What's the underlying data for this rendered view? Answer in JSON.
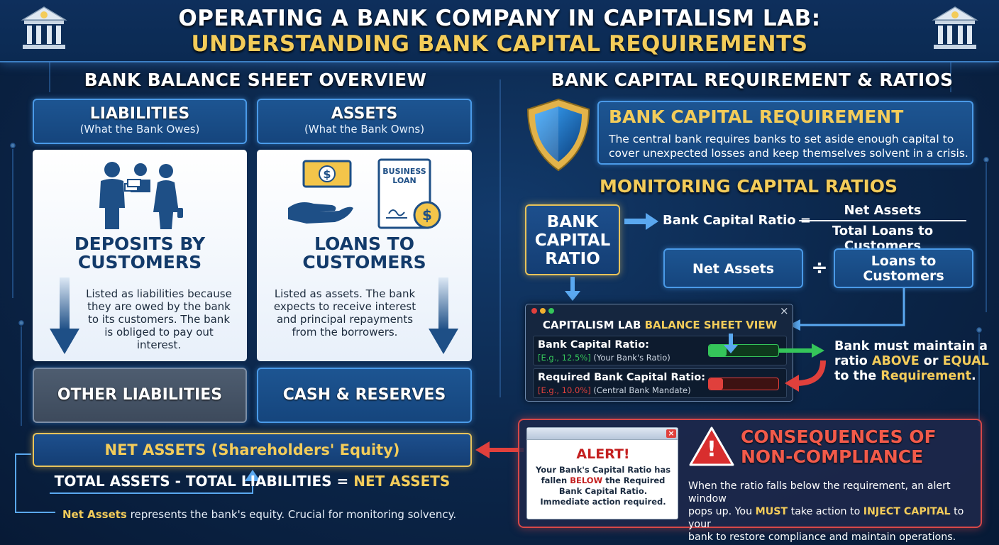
{
  "header": {
    "title_line1": "OPERATING A BANK COMPANY IN CAPITALISM LAB:",
    "title_line2": "UNDERSTANDING BANK CAPITAL REQUIREMENTS"
  },
  "left": {
    "section_title": "BANK BALANCE SHEET OVERVIEW",
    "liabilities": {
      "title": "LIABILITIES",
      "subtitle": "(What the Bank Owes)"
    },
    "assets": {
      "title": "ASSETS",
      "subtitle": "(What the Bank Owns)"
    },
    "deposits": {
      "title_line1": "DEPOSITS BY",
      "title_line2": "CUSTOMERS",
      "desc": "Listed as liabilities because they are owed by the bank to its customers. The bank is obliged to pay out interest."
    },
    "loans": {
      "badge_line1": "BUSINESS",
      "badge_line2": "LOAN",
      "title_line1": "LOANS TO",
      "title_line2": "CUSTOMERS",
      "desc": "Listed as assets. The bank expects to receive interest and principal repayments from the borrowers."
    },
    "other_liabilities": "OTHER LIABILITIES",
    "cash_reserves": "CASH & RESERVES",
    "net_assets_box": "NET ASSETS (Shareholders' Equity)",
    "formula_white": "TOTAL ASSETS - TOTAL LIABILITIES = ",
    "formula_gold": "NET ASSETS",
    "note_gold": "Net Assets",
    "note_rest": " represents the bank's equity. Crucial for monitoring solvency."
  },
  "right": {
    "section_title": "BANK CAPITAL REQUIREMENT & RATIOS",
    "requirement": {
      "title": "BANK CAPITAL REQUIREMENT",
      "desc_line1": "The central bank requires banks to set aside enough capital to",
      "desc_line2": "cover unexpected losses and keep themselves solvent in a crisis."
    },
    "monitoring_title": "MONITORING CAPITAL RATIOS",
    "ratio_box": {
      "line1": "BANK",
      "line2": "CAPITAL",
      "line3": "RATIO"
    },
    "formula_label": "Bank Capital Ratio =",
    "numerator": "Net Assets",
    "denominator": "Total Loans to Customers",
    "net_assets_btn": "Net Assets",
    "divide_symbol": "÷",
    "loans_btn_line1": "Loans to",
    "loans_btn_line2": "Customers",
    "window": {
      "title_white": "CAPITALISM LAB ",
      "title_gold": "BALANCE SHEET VIEW",
      "close_symbol": "×",
      "row1_label": "Bank Capital Ratio:",
      "row1_value": "[E.g., 12.5%]",
      "row1_note": " (Your Bank's Ratio)",
      "row2_label": "Required Bank Capital Ratio:",
      "row2_value": "[E.g., 10.0%]",
      "row2_note": " (Central Bank Mandate)",
      "row1_fill": 0.25,
      "row2_fill": 0.2
    },
    "maintain": {
      "part1": "Bank must maintain a",
      "part2": "ratio ",
      "above": "ABOVE",
      "or": " or ",
      "equal": "EQUAL",
      "part3": "to the ",
      "requirement": "Requirement",
      "period": "."
    },
    "alert": {
      "close_symbol": "×",
      "title": "ALERT!",
      "line1": "Your Bank's Capital Ratio has",
      "line2a": "fallen ",
      "below": "BELOW",
      "line2b": " the Required",
      "line3": "Bank Capital Ratio.",
      "line4": "Immediate action required.",
      "icon_symbol": "!"
    },
    "consequences": {
      "title_line1": "CONSEQUENCES OF",
      "title_line2": "NON-COMPLIANCE",
      "t1": "When the ratio falls below the requirement, an alert window",
      "t2a": "pops up. You ",
      "must": "MUST",
      "t2b": " take action to ",
      "inject": "INJECT CAPITAL",
      "t2c": " to your",
      "t3": "bank to restore compliance and maintain operations."
    }
  },
  "colors": {
    "gold": "#f3cc5a",
    "green": "#35c55a",
    "red": "#e0403c",
    "panel_blue": "#1d5592",
    "accent_blue": "#4a9ae8"
  }
}
